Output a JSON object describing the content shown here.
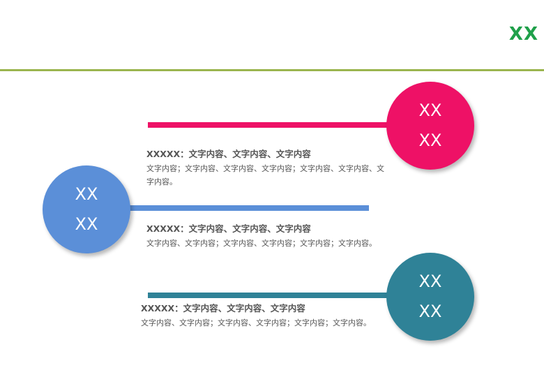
{
  "header": {
    "title": "XX",
    "rule_color": "#9ab54e",
    "title_color": "#1fa04a"
  },
  "items": [
    {
      "circle_line1": "XX",
      "circle_line2": "XX",
      "color": "#ee1166",
      "heading": "XXXXX：文字内容、文字内容、文字内容",
      "body": "文字内容；文字内容、文字内容、文字内容；文字内容、文字内容、文字内容。"
    },
    {
      "circle_line1": "XX",
      "circle_line2": "XX",
      "color": "#5b8fd8",
      "heading": "XXXXX：文字内容、文字内容、文字内容",
      "body": "文字内容、文字内容；文字内容、文字内容；文字内容；文字内容。"
    },
    {
      "circle_line1": "XX",
      "circle_line2": "XX",
      "color": "#2f8297",
      "heading": "XXXXX：文字内容、文字内容、文字内容",
      "body": "文字内容、文字内容；文字内容、文字内容；文字内容；文字内容。"
    }
  ]
}
